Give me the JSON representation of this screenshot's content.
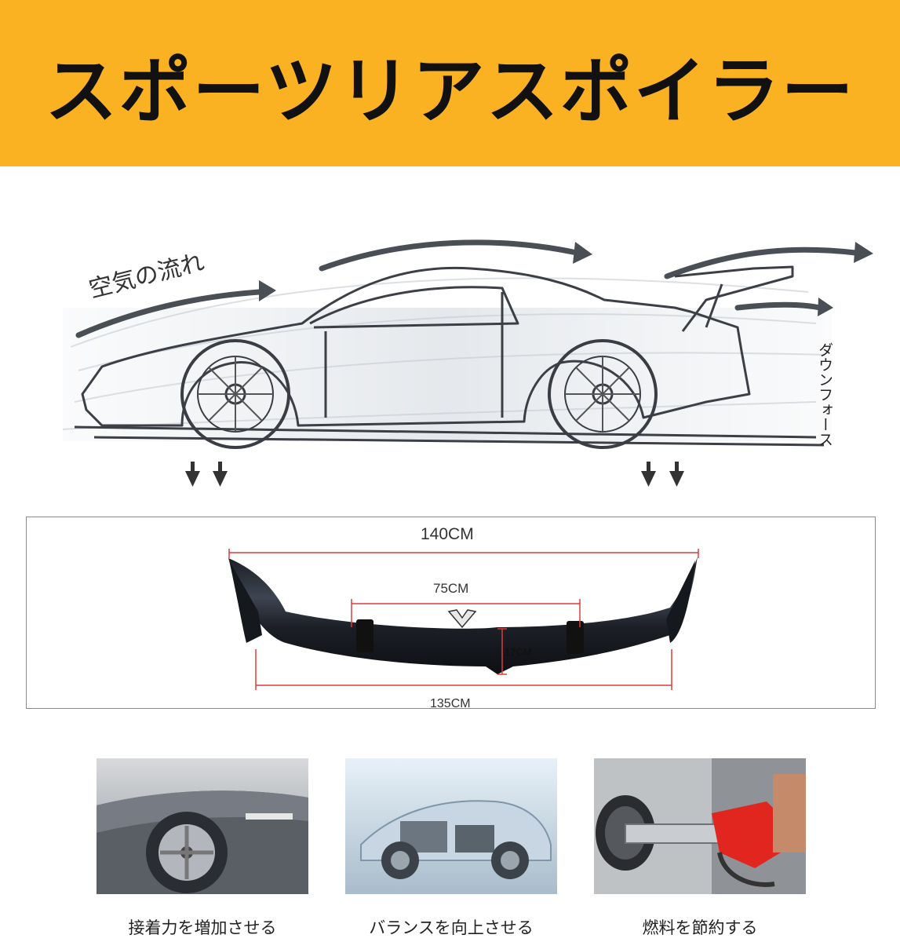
{
  "banner": {
    "title": "スポーツリアスポイラー",
    "color": "#fbb222"
  },
  "diagram": {
    "airflow_label": "空気の流れ",
    "downforce_label": "ダウンフォース",
    "arrow_icon": "downforce-arrow-icon"
  },
  "dimensions": {
    "total_width": "140CM",
    "center_width": "75CM",
    "height": "17CM",
    "base_width": "135CM",
    "measure_color": "#e03a3a"
  },
  "features": [
    {
      "caption": "接着力を増加させる",
      "icon": "car-wheel-photo"
    },
    {
      "caption": "バランスを向上させる",
      "icon": "car-chassis-photo"
    },
    {
      "caption": "燃料を節約する",
      "icon": "fuel-nozzle-photo"
    }
  ]
}
